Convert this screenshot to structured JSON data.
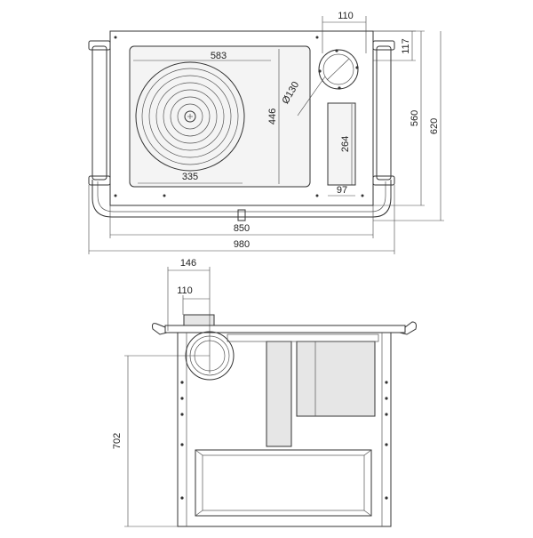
{
  "top_view": {
    "dims": {
      "flue_width": "110",
      "flue_offset": "117",
      "plate_width": "583",
      "plate_depth": "446",
      "flue_diameter": "Ø130",
      "ring_diameter": "335",
      "slot_height": "264",
      "slot_width": "97",
      "depth_inner": "560",
      "depth_outer": "620",
      "width_inner": "850",
      "width_outer": "980"
    }
  },
  "side_view": {
    "dims": {
      "flue_offset": "146",
      "flue_width": "110",
      "flue_height": "702"
    }
  }
}
